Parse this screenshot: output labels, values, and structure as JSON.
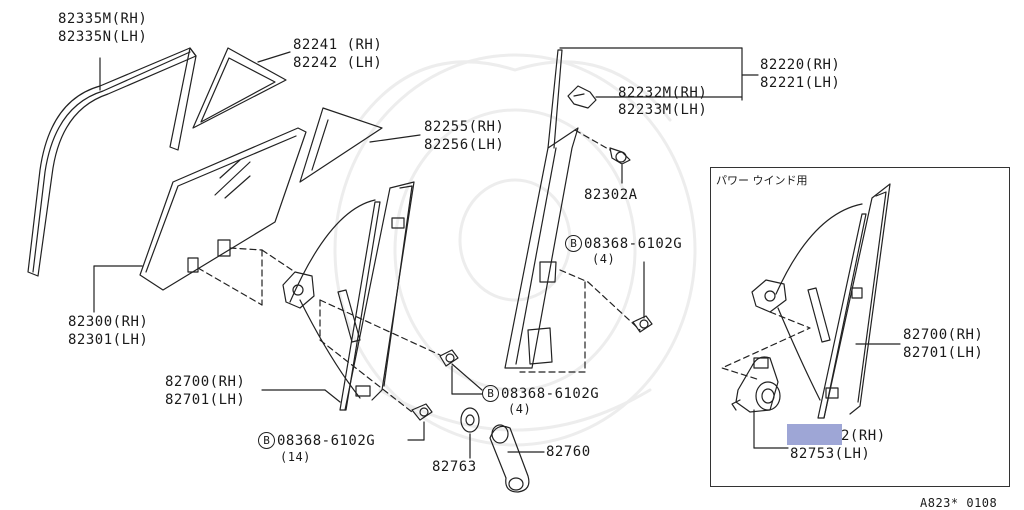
{
  "labels": {
    "l82335m": "82335M(RH)",
    "l82335n": "82335N(LH)",
    "l82241": "82241 (RH)",
    "l82242": "82242 (LH)",
    "l82255": "82255(RH)",
    "l82256": "82256(LH)",
    "l82220": "82220(RH)",
    "l82221": "82221(LH)",
    "l82232m": "82232M(RH)",
    "l82233m": "82233M(LH)",
    "l82302a": "82302A",
    "bolt_a_num": "08368-6102G",
    "bolt_a_qty": "(4)",
    "l82300": "82300(RH)",
    "l82301": "82301(LH)",
    "l82700": "82700(RH)",
    "l82701": "82701(LH)",
    "bolt_b_num": "08368-6102G",
    "bolt_b_qty": "(4)",
    "bolt_c_num": "08368-6102G",
    "bolt_c_qty": "(14)",
    "l82763": "82763",
    "l82760": "82760",
    "inset_82700": "82700(RH)",
    "inset_82701": "82701(LH)",
    "inset_82752_suffix": "2(RH)",
    "inset_82753": "82753(LH)",
    "footer_code": "A823* 0108"
  },
  "inset": {
    "title": "パワー  ウインド用"
  },
  "bolt_marker": "B",
  "colors": {
    "line": "#222222",
    "highlight": "#9ea6d6"
  }
}
